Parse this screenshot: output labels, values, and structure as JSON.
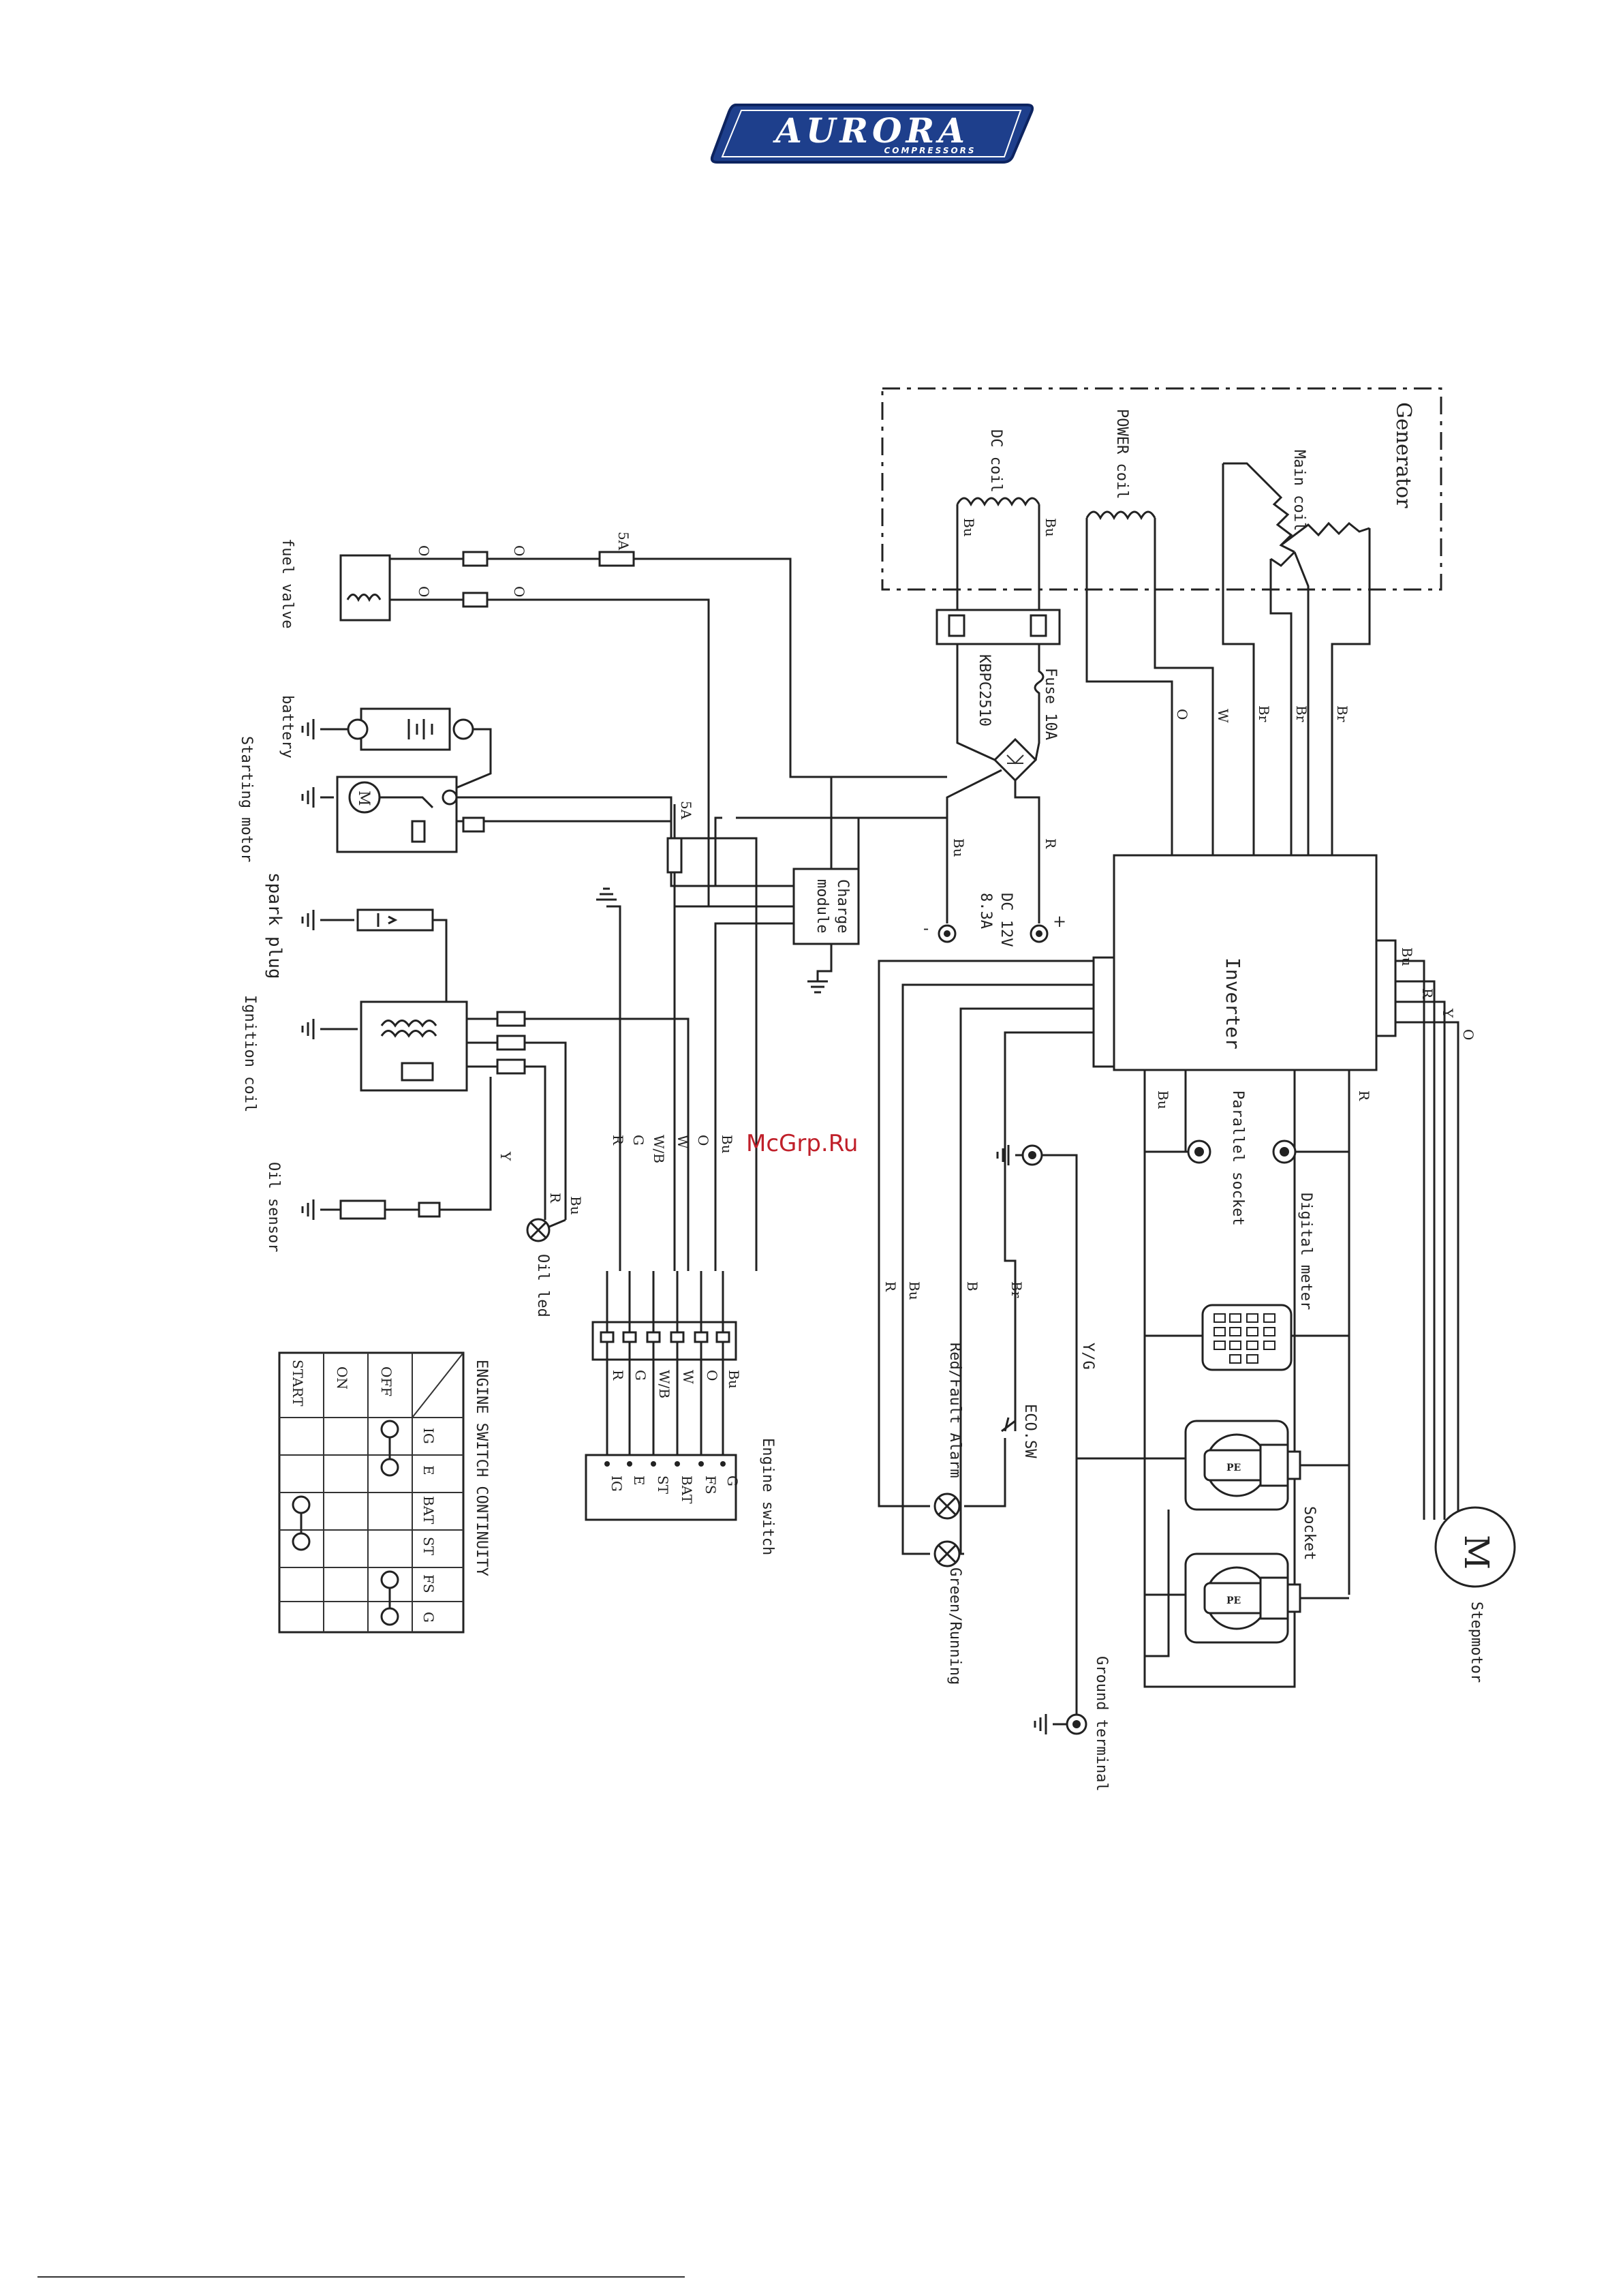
{
  "logo": {
    "main": "AURORA",
    "sub": "COMPRESSORS",
    "colors": {
      "fill": "#1e3f8c",
      "outline": "#1e3f8c",
      "text": "#ffffff"
    }
  },
  "watermark": "McGrp.Ru",
  "labels": {
    "generator": "Generator",
    "main_coil": "Main coil",
    "power_coil": "POWER coil",
    "dc_coil": "DC coil",
    "fuse_10a": "Fuse 10A",
    "kbpc": "KBPC2510",
    "dc12v": "DC 12V",
    "dc_current": "8.3A",
    "plus": "+",
    "minus": "-",
    "charge_module_1": "Charge",
    "charge_module_2": "module",
    "inverter": "Inverter",
    "fuel_valve": "fuel valve",
    "battery": "battery",
    "starting_motor": "Starting motor",
    "spark_plug": "spark plug",
    "ignition_coil": "Ignition coil",
    "oil_sensor": "Oil sensor",
    "oil_led": "Oil led",
    "fuse_5a_top": "5A",
    "fuse_5a_mid": "5A",
    "engine_switch": "Engine switch",
    "eco_sw": "ECO.SW",
    "red_fault_alarm": "Red/Fault Alarm",
    "green_running": "Green/Running",
    "parallel_socket": "Parallel socket",
    "digital_meter": "Digital meter",
    "socket": "Socket",
    "stepmotor": "Stepmotor",
    "ground_terminal": "Ground terminal",
    "motor_symbol": "M",
    "yg": "Y/G",
    "socket_symbol": "PE"
  },
  "wire_codes": {
    "generator_out": [
      "O",
      "W",
      "Br",
      "Br",
      "Br"
    ],
    "dc_coil": [
      "Bu",
      "Bu"
    ],
    "dc_out": [
      "Bu",
      "R"
    ],
    "inverter_right": [
      "Bu",
      "R",
      "Y",
      "O"
    ],
    "inverter_bottom": [
      "Bu",
      "R"
    ],
    "harness_side": [
      "R",
      "G",
      "W/B",
      "W",
      "O",
      "Bu"
    ],
    "oil_leads": [
      "Bu",
      "R",
      "Y"
    ],
    "alarm_leads": [
      "R",
      "Bu",
      "B",
      "Br"
    ],
    "fuel_valve_pins": [
      "O",
      "O",
      "O",
      "O"
    ]
  },
  "engine_switch_pins": [
    "G",
    "FS",
    "BAT",
    "ST",
    "E",
    "IG"
  ],
  "harness_pins_bottom": [
    "Bu",
    "O",
    "W",
    "W/B",
    "G",
    "R"
  ],
  "continuity": {
    "title": "ENGINE SWITCH CONTINUITY",
    "columns": [
      "IG",
      "E",
      "BAT",
      "ST",
      "FS",
      "G"
    ],
    "rows": [
      "OFF",
      "ON",
      "START"
    ]
  }
}
